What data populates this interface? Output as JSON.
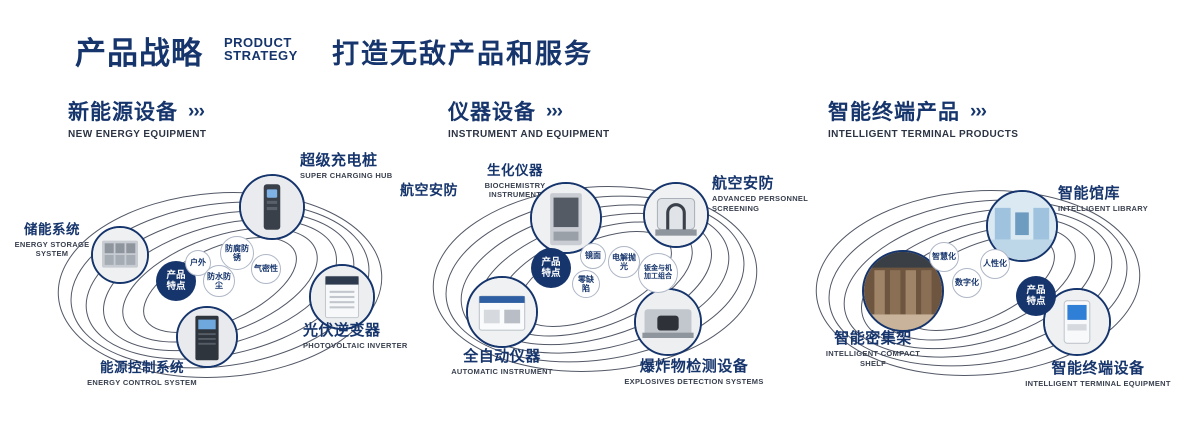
{
  "header": {
    "title": "产品战略",
    "subtitle_line1": "PRODUCT",
    "subtitle_line2": "STRATEGY",
    "slogan": "打造无敌产品和服务"
  },
  "ui": {
    "arrows": "›››",
    "badge_line1": "产品",
    "badge_line2": "特点"
  },
  "colors": {
    "accent_navy": "#16356c",
    "text_dark": "#2c3444",
    "background": "#ffffff"
  },
  "sections": [
    {
      "title": "新能源设备",
      "subtitle": "NEW ENERGY EQUIPMENT",
      "products": [
        {
          "name": "储能系统",
          "english": "ENERGY STORAGE SYSTEM"
        },
        {
          "name": "超级充电桩",
          "english": "SUPER CHARGING HUB"
        },
        {
          "name": "光伏逆变器",
          "english": "PHOTOVOLTAIC INVERTER"
        },
        {
          "name": "能源控制系统",
          "english": "ENERGY CONTROL SYSTEM"
        }
      ],
      "features": [
        "户外",
        "防腐防锈",
        "气密性",
        "防水防尘"
      ]
    },
    {
      "title": "仪器设备",
      "subtitle": "INSTRUMENT AND EQUIPMENT",
      "side_label": "航空安防",
      "products": [
        {
          "name": "生化仪器",
          "english": "BIOCHEMISTRY INSTRUMENT"
        },
        {
          "name": "航空安防",
          "english": "ADVANCED PERSONNEL SCREENING"
        },
        {
          "name": "全自动仪器",
          "english": "AUTOMATIC INSTRUMENT"
        },
        {
          "name": "爆炸物检测设备",
          "english": "EXPLOSIVES DETECTION SYSTEMS"
        }
      ],
      "features": [
        "镜面",
        "电解抛光",
        "钣金与机加工组合",
        "零缺陷"
      ]
    },
    {
      "title": "智能终端产品",
      "subtitle": "INTELLIGENT TERMINAL PRODUCTS",
      "products": [
        {
          "name": "智能馆库",
          "english": "INTELLIGENT LIBRARY"
        },
        {
          "name": "智能密集架",
          "english": "INTELLIGENT COMPACT SHELF"
        },
        {
          "name": "智能终端设备",
          "english": "INTELLIGENT TERMINAL EQUIPMENT"
        }
      ],
      "features": [
        "智慧化",
        "人性化",
        "数字化"
      ]
    }
  ]
}
